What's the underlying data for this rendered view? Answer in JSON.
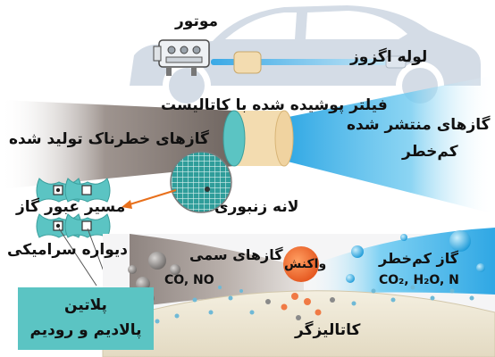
{
  "labels": {
    "motor": "موتور",
    "exhaust_pipe": "لوله اگزوز",
    "catalytic_filter": "فیلتر پوشیده شده با کاتالیست",
    "harmful_gases": "گازهای خطرناک تولید شده",
    "emitted_gases_line1": "گازهای منتشر شده",
    "emitted_gases_line2": "کم‌خطر",
    "honeycomb": "لانه زنبوری",
    "gas_path": "مسیر عبور گاز",
    "ceramic_wall": "دیواره سرامیکی",
    "toxic_gases": "گازهای سمی",
    "toxic_formula": "CO, NO",
    "reaction": "واکنش",
    "low_risk_gas": "گاز کم‌خطر",
    "low_risk_formula": "CO₂, H₂O, N",
    "catalyst": "کاتالیزگر"
  },
  "metals_box": {
    "line1": "پلاتین",
    "line2": "پالادیم و رودیم"
  },
  "colors": {
    "car": "#d4dce6",
    "pipe": "#4fb6e8",
    "harmful_plume": "#8a7f7a",
    "clean_plume": "#3fb2e6",
    "filter": "#f3dcb0",
    "reaction": "#f07a45",
    "metals_box": "#5bc4c3",
    "arrow": "#e8701c"
  }
}
